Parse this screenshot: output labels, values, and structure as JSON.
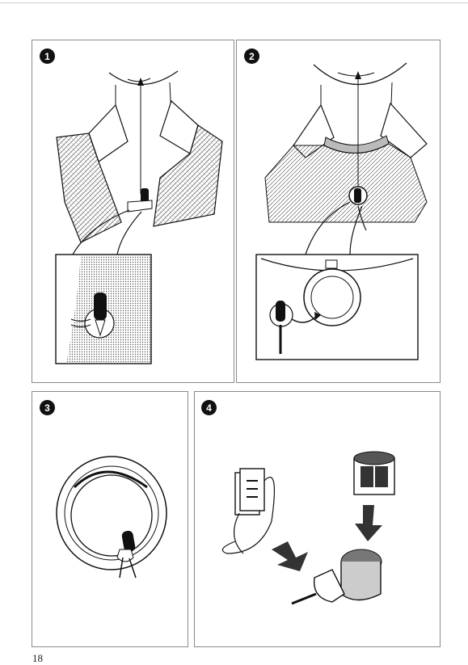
{
  "page_number": "18",
  "steps": [
    {
      "number": "1"
    },
    {
      "number": "2"
    },
    {
      "number": "3"
    },
    {
      "number": "4"
    }
  ],
  "icons": [
    "lapel-clip-illustration",
    "necklace-cord-illustration",
    "cord-loop-illustration",
    "battery-pack-assembly-illustration"
  ]
}
